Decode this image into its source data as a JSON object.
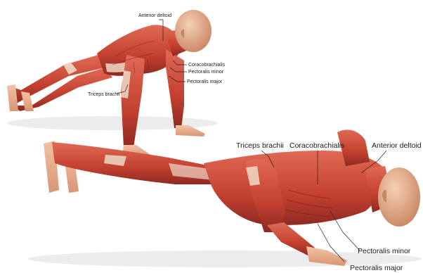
{
  "colors": {
    "muscle": "#c8473a",
    "muscle_dark": "#8e2a22",
    "muscle_light": "#e07a66",
    "tendon": "#efd9c7",
    "skin": "#e8b08f",
    "floor_shadow": "#dcdcdc"
  },
  "figures": {
    "top": {
      "labels": {
        "anterior_deltoid": "Anterior deltoid",
        "coracobrachialis": "Coracobrachialis",
        "pectoralis_minor": "Pectoralis minor",
        "pectoralis_major": "Pectoralis major",
        "triceps_brachii": "Triceps brachii"
      }
    },
    "bottom": {
      "labels": {
        "triceps_brachii": "Triceps brachii",
        "coracobrachialis": "Coracobrachialis",
        "anterior_deltoid": "Anterior deltoid",
        "pectoralis_minor": "Pectoralis minor",
        "pectoralis_major": "Pectoralis major"
      }
    }
  }
}
